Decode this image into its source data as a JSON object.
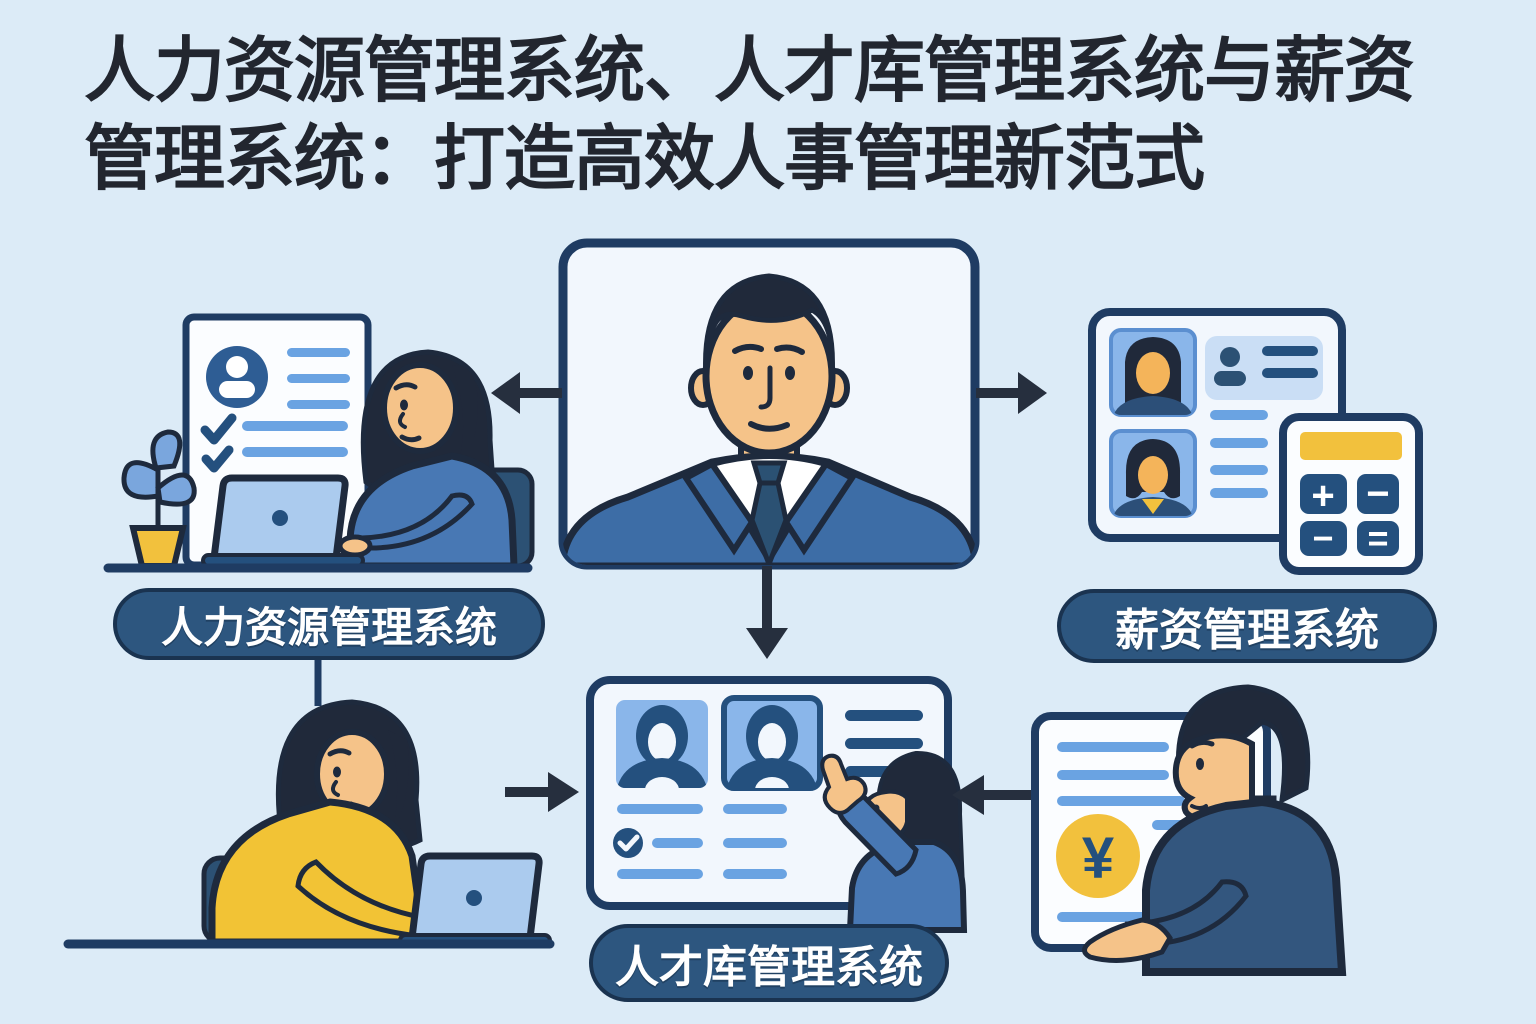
{
  "title": {
    "line1": "人力资源管理系统、人才库管理系统与薪资",
    "line2": "管理系统：打造高效人事管理新范式"
  },
  "labels": {
    "hr_system": "人力资源管理系统",
    "payroll_system": "薪资管理系统",
    "talent_system": "人才库管理系统"
  },
  "payroll_scene": {
    "calculator_buttons": [
      "+",
      "−",
      "−",
      "="
    ]
  },
  "salary_document": {
    "currency_symbol": "¥"
  },
  "icons": {
    "arrows": [
      "arrow-left-icon",
      "arrow-right-icon",
      "arrow-down-icon"
    ],
    "resume_avatar": "person-avatar-icon",
    "checkmark": "check-icon",
    "calculator": "calculator-icon",
    "yen_badge": "yen-coin-icon",
    "plant": "potted-plant",
    "laptop": "laptop"
  },
  "colors": {
    "background": "#dcebf7",
    "title_text": "#22262f",
    "outline": "#1e2a3d",
    "card_border": "#1f3c63",
    "card_fill": "#f2f7fd",
    "paper_fill": "#fbfdff",
    "pill_fill": "#2d567f",
    "pill_border": "#1a3350",
    "pill_text": "#ffffff",
    "blue_line": "#6aa3e2",
    "navy_line": "#24507e",
    "tile_blue": "#8ab6ea",
    "chip_blue": "#cadef5",
    "laptop_blue": "#abcbee",
    "sweater_blue": "#4878b4",
    "suit_blue": "#3d6da6",
    "shirt_white": "#ffffff",
    "accent_yellow": "#f2c13d",
    "skin": "#f5c389",
    "hair_dark": "#20293a",
    "arrow": "#262f3e"
  }
}
